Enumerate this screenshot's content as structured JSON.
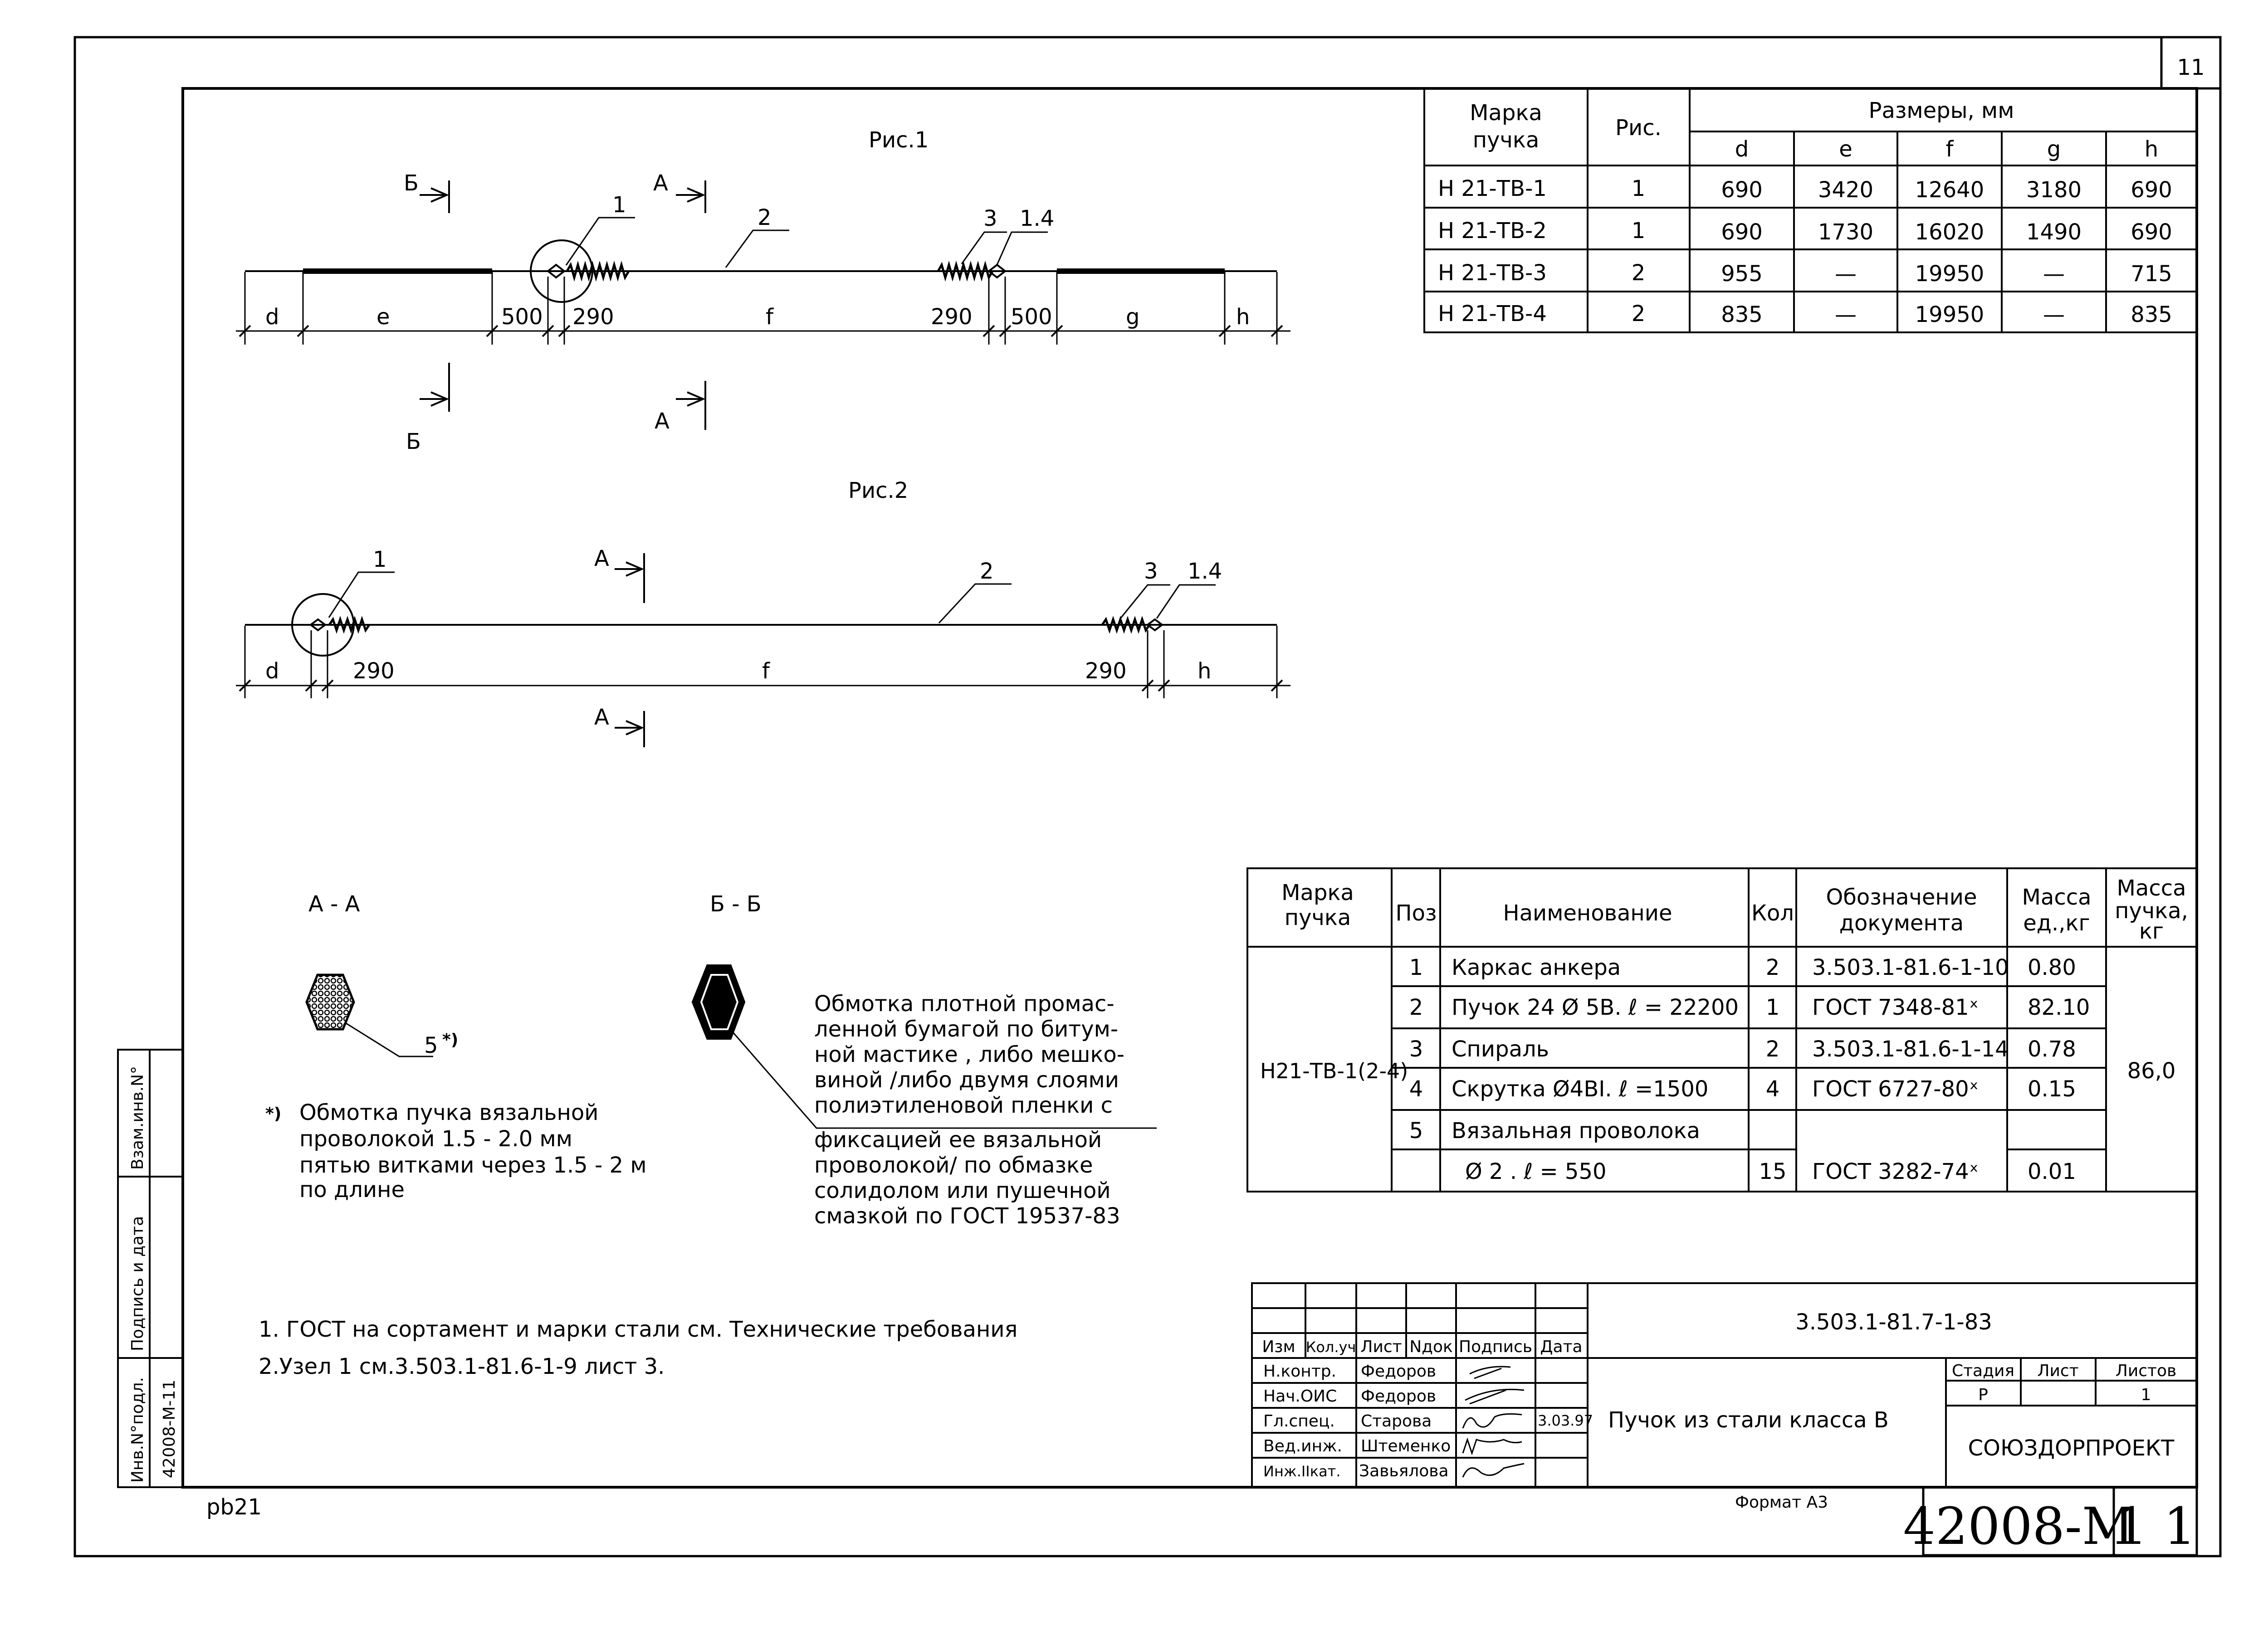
{
  "page_number": "11",
  "fig1": {
    "title": "Рис.1",
    "callouts": [
      "1",
      "2",
      "3",
      "1.4"
    ],
    "section_marks": {
      "a": "А",
      "b": "Б"
    },
    "dims": [
      "d",
      "e",
      "500",
      "290",
      "f",
      "290",
      "500",
      "g",
      "h"
    ]
  },
  "fig2": {
    "title": "Рис.2",
    "callouts": [
      "1",
      "2",
      "3",
      "1.4"
    ],
    "section_mark": "А",
    "dims": [
      "d",
      "290",
      "f",
      "290",
      "h"
    ]
  },
  "sections": {
    "aa_title": "А - А",
    "bb_title": "Б - Б",
    "aa_callout": "5",
    "aa_star": "*)",
    "aa_note_mark": "*)",
    "aa_note": [
      "Обмотка пучка вязальной",
      "проволокой     1.5 - 2.0 мм",
      "пятью витками через 1.5 - 2 м",
      "по длине"
    ],
    "bb_note": [
      "Обмотка плотной промас-",
      "ленной бумагой по битум-",
      "ной мастике , либо мешко-",
      "виной /либо двумя слоями",
      "полиэтиленовой пленки с",
      "фиксацией ее вязальной",
      "проволокой/ по обмазке",
      "солидолом или пушечной",
      "смазкой по ГОСТ 19537-83"
    ]
  },
  "notes": [
    "1. ГОСТ на сортамент и марки стали см. Технические требования",
    "2.Узел 1 см.3.503.1-81.6-1-9 лист 3."
  ],
  "sizes_table": {
    "h_mark": [
      "Марка",
      "пучка"
    ],
    "h_fig": "Рис.",
    "h_sizes": "Размеры, мм",
    "cols": [
      "d",
      "e",
      "f",
      "g",
      "h"
    ],
    "rows": [
      {
        "mark": "Н  21-ТВ-1",
        "fig": "1",
        "vals": [
          "690",
          "3420",
          "12640",
          "3180",
          "690"
        ]
      },
      {
        "mark": "Н  21-ТВ-2",
        "fig": "1",
        "vals": [
          "690",
          "1730",
          "16020",
          "1490",
          "690"
        ]
      },
      {
        "mark": "Н  21-ТВ-3",
        "fig": "2",
        "vals": [
          "955",
          "—",
          "19950",
          "—",
          "715"
        ]
      },
      {
        "mark": "Н  21-ТВ-4",
        "fig": "2",
        "vals": [
          "835",
          "—",
          "19950",
          "—",
          "835"
        ]
      }
    ]
  },
  "spec_table": {
    "headers": {
      "mark": [
        "Марка",
        "пучка"
      ],
      "pos": "Поз",
      "name": "Наименование",
      "qty": "Кол",
      "doc": [
        "Обозначение",
        "документа"
      ],
      "unit_mass": [
        "Масса",
        "ед.,кг"
      ],
      "total_mass": [
        "Масса",
        "пучка,",
        "кг"
      ]
    },
    "mark": "Н21-ТВ-1(2-4)",
    "total_mass": "86,0",
    "rows": [
      {
        "pos": "1",
        "name": "Каркас  анкера",
        "qty": "2",
        "doc": "3.503.1-81.6-1-10",
        "mass": "0.80"
      },
      {
        "pos": "2",
        "name": "Пучок  24 Ø 5В.   ℓ = 22200",
        "qty": "1",
        "doc": "ГОСТ  7348-81ˣ",
        "mass": "82.10"
      },
      {
        "pos": "3",
        "name": "Спираль",
        "qty": "2",
        "doc": "3.503.1-81.6-1-14",
        "mass": "0.78"
      },
      {
        "pos": "4",
        "name": "Скрутка Ø4BI.  ℓ =1500",
        "qty": "4",
        "doc": "ГОСТ  6727-80ˣ",
        "mass": "0.15"
      },
      {
        "pos": "5",
        "name": "Вязальная  проволока",
        "qty": "",
        "doc": "",
        "mass": ""
      },
      {
        "pos": "",
        "name": "Ø 2 .  ℓ  =  550",
        "qty": "15",
        "doc": "ГОСТ  3282-74ˣ",
        "mass": "0.01"
      }
    ]
  },
  "title_block": {
    "doc_code": "3.503.1-81.7-1-83",
    "head": [
      "Изм",
      "Кол.уч",
      "Лист",
      "Nдок",
      "Подпись",
      "Дата"
    ],
    "people": [
      {
        "role": "Н.контр.",
        "name": "Федоров",
        "date": ""
      },
      {
        "role": "Нач.ОИС",
        "name": "Федоров",
        "date": ""
      },
      {
        "role": "Гл.спец.",
        "name": "Старова",
        "date": "3.03.97"
      },
      {
        "role": "Вед.инж.",
        "name": "Штеменко",
        "date": ""
      },
      {
        "role": "Инж.IIкат.",
        "name": "Завьялова",
        "date": ""
      }
    ],
    "title": "Пучок  из  стали  класса  В",
    "stage_h": "Стадия",
    "sheet_h": "Лист",
    "sheets_h": "Листов",
    "stage": "Р",
    "sheets": "1",
    "org": "СОЮЗДОРПРОЕКТ",
    "format": "Формат  А3",
    "big_code": "42008-М",
    "big_sheet": "1 1"
  },
  "side_stamp": {
    "labels": [
      "Взам.инв.N°",
      "Подпись  и  дата",
      "Инв.N°подл."
    ],
    "inv": "42008-М-11"
  },
  "footer_left": "pb21"
}
